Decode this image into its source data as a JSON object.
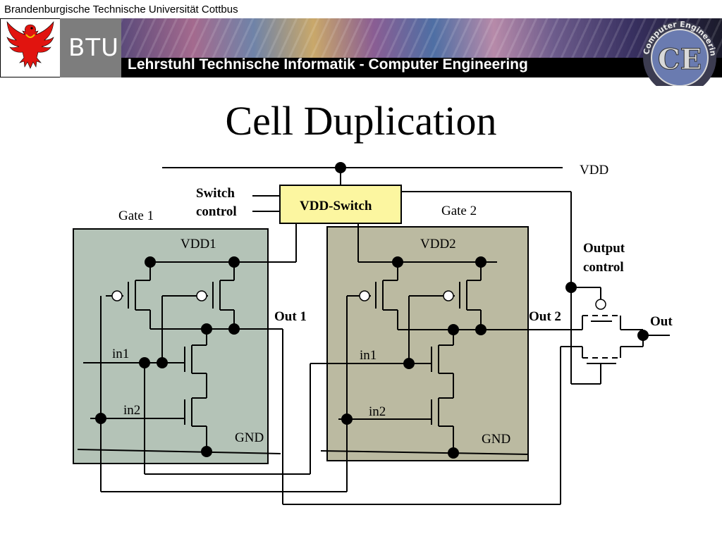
{
  "header": {
    "university": "Brandenburgische Technische Universität Cottbus",
    "short_name": "BTU",
    "chair": "Lehrstuhl Technische Informatik - Computer Engineering",
    "logo_initials": "CE",
    "logo_ring_text": "Computer Engineering Dept."
  },
  "slide": {
    "title": "Cell Duplication"
  },
  "diagram": {
    "vdd": "VDD",
    "switch_control_line1": "Switch",
    "switch_control_line2": "control",
    "vdd_switch": "VDD-Switch",
    "gate1": "Gate 1",
    "gate2": "Gate 2",
    "vdd1": "VDD1",
    "vdd2": "VDD2",
    "output_control_line1": "Output",
    "output_control_line2": "control",
    "out1": "Out 1",
    "out2": "Out 2",
    "out": "Out",
    "gate1_in1": "in1",
    "gate1_in2": "in2",
    "gate2_in1": "in1",
    "gate2_in2": "in2",
    "gate1_gnd": "GND",
    "gate2_gnd": "GND",
    "colors": {
      "gate1_fill": "#b4c3b7",
      "gate2_fill": "#bbbaa1",
      "switch_fill": "#fcf6a0",
      "wire": "#000000",
      "banner": "#000000",
      "btu_grey": "#7d7d7d"
    }
  }
}
